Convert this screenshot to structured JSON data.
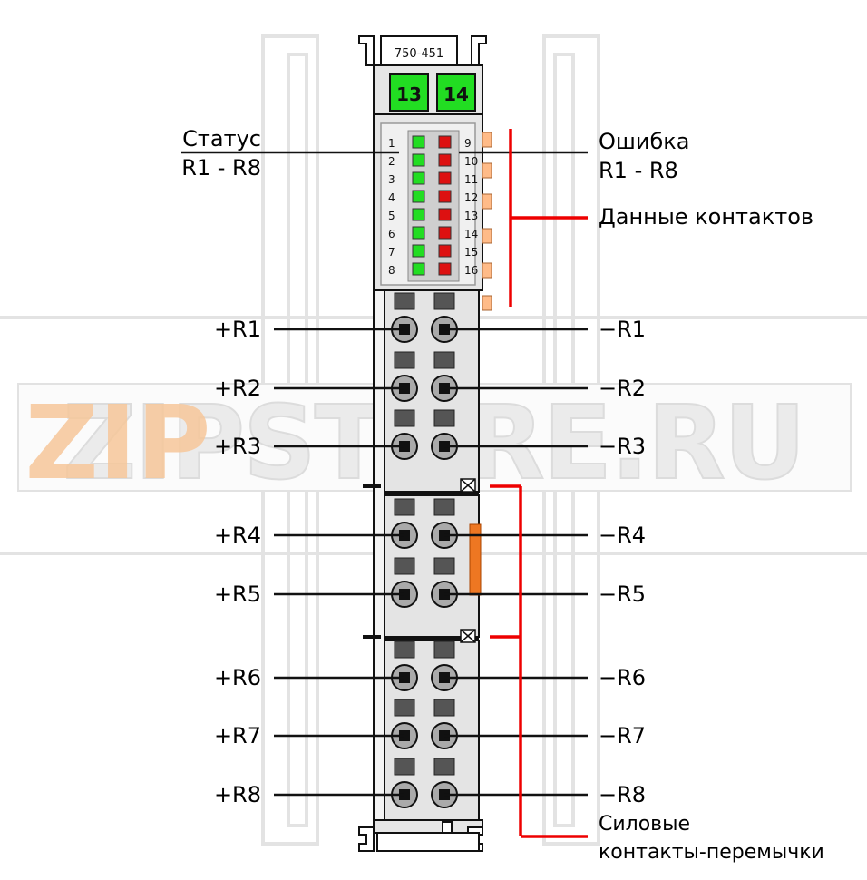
{
  "module": {
    "model": "750-451",
    "top_badges": [
      "13",
      "14"
    ]
  },
  "led_panel": {
    "left_numbers": [
      "1",
      "2",
      "3",
      "4",
      "5",
      "6",
      "7",
      "8"
    ],
    "right_numbers": [
      "9",
      "10",
      "11",
      "12",
      "13",
      "14",
      "15",
      "16"
    ]
  },
  "labels": {
    "status_line1": "Статус",
    "status_line2": "R1 - R8",
    "error_line1": "Ошибка",
    "error_line2": "R1 - R8",
    "data_contacts": "Данные контактов",
    "power_line1": "Силовые",
    "power_line2": "контакты-перемычки"
  },
  "terminals_plus": [
    "+R1",
    "+R2",
    "+R3",
    "+R4",
    "+R5",
    "+R6",
    "+R7",
    "+R8"
  ],
  "terminals_minus": [
    "−R1",
    "−R2",
    "−R3",
    "−R4",
    "−R5",
    "−R6",
    "−R7",
    "−R8"
  ],
  "watermark": "ZIPSTORE.RU",
  "colors": {
    "led_green": "#22dd22",
    "led_red": "#dd1111",
    "badge_green": "#22dd22",
    "callout_red": "#ee0000",
    "contact_orange": "#ffbb88",
    "jumper_orange": "#ee7722",
    "housing": "#e8e8e8",
    "watermark": "#f7c79a"
  }
}
